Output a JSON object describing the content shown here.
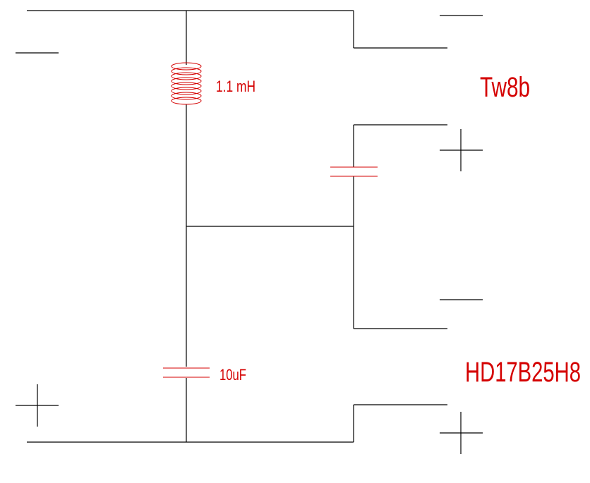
{
  "components": {
    "inductor": {
      "value": "1.1 mH"
    },
    "capacitor_high": {
      "value": ""
    },
    "capacitor_low": {
      "value": "10uF"
    }
  },
  "drivers": {
    "tweeter": {
      "name": "Tw8b"
    },
    "woofer": {
      "name": "HD17B25H8"
    }
  },
  "colors": {
    "wire": "#000000",
    "component": "#d40000",
    "label": "#d40000"
  }
}
